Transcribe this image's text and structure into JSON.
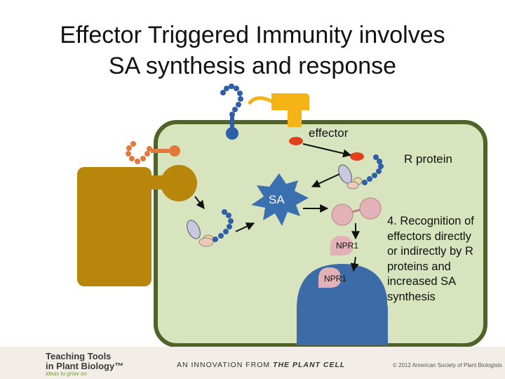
{
  "title_line1": "Effector Triggered Immunity involves",
  "title_line2": "SA synthesis and response",
  "labels": {
    "effector": "effector",
    "r_protein": "R protein",
    "sa": "SA",
    "npr1_cytoplasm": "NPR1",
    "npr1_nucleus": "NPR1"
  },
  "caption": "4. Recognition of effectors directly or indirectly by R proteins and increased SA synthesis",
  "footer": {
    "logo_line1": "Teaching Tools",
    "logo_line2": "in Plant Biology™",
    "logo_tagline": "ideas to grow on",
    "innovation_prefix": "AN INNOVATION FROM",
    "innovation_source": "THE PLANT CELL",
    "copyright": "© 2012 American Society of Plant Biologists"
  },
  "colors": {
    "cell_fill": "#d7e4bd",
    "cell_border": "#4f6228",
    "chloroplast": "#b8860b",
    "nucleus": "#3c6ca8",
    "effector": "#e0401c",
    "pathogen_protein": "#f5b316",
    "r_protein_coil": "#2e5fa8",
    "sa_burst": "#3a6fb0",
    "npr1": "#e3b2b8"
  }
}
